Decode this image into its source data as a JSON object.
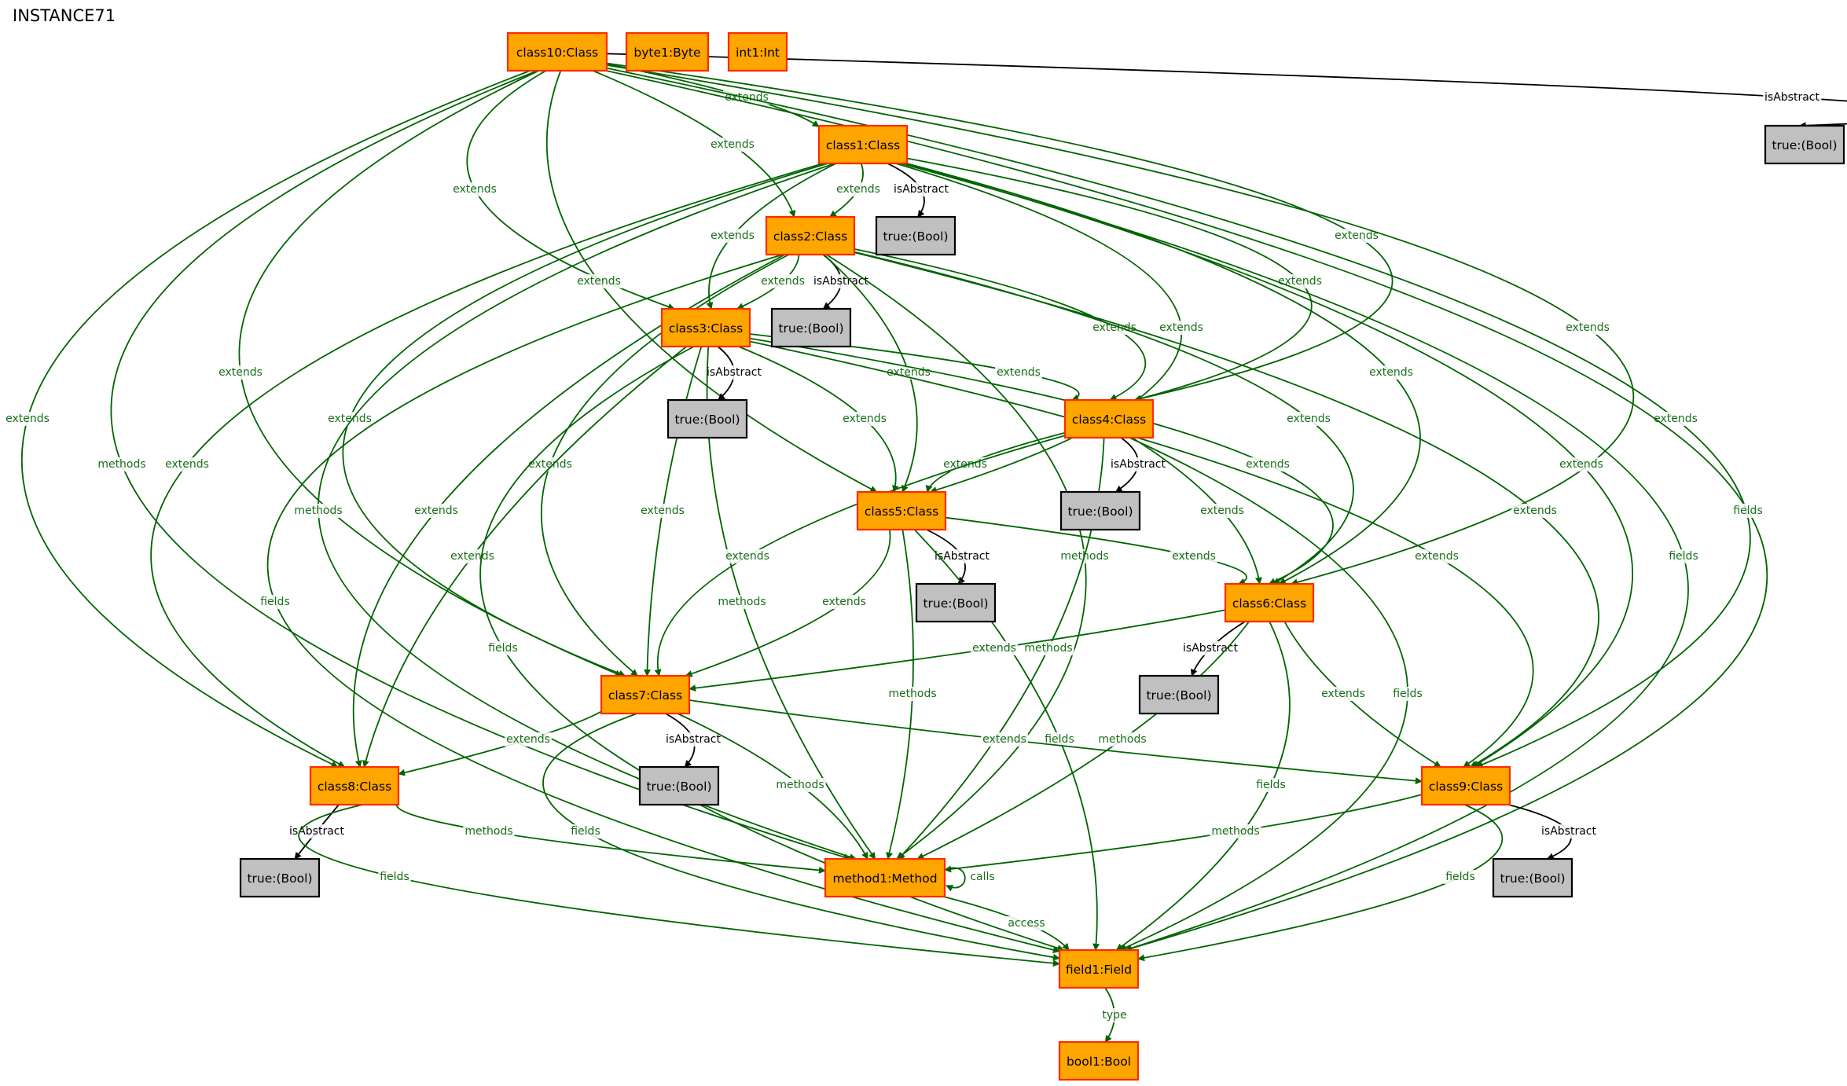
{
  "title": "INSTANCE71",
  "colors": {
    "node_fill": "#ffa500",
    "node_stroke": "#ff2a00",
    "bool_fill": "#c0c0c0",
    "bool_stroke": "#000000",
    "edge_green": "#006400",
    "label_green": "#1a6e1a",
    "edge_black": "#000000"
  },
  "nodes": [
    {
      "id": "class10",
      "label": "class10:Class"
    },
    {
      "id": "byte1",
      "label": "byte1:Byte"
    },
    {
      "id": "int1",
      "label": "int1:Int"
    },
    {
      "id": "true0",
      "label": "true:(Bool)",
      "kind": "bool"
    },
    {
      "id": "class1",
      "label": "class1:Class"
    },
    {
      "id": "true1",
      "label": "true:(Bool)",
      "kind": "bool"
    },
    {
      "id": "class2",
      "label": "class2:Class"
    },
    {
      "id": "true2",
      "label": "true:(Bool)",
      "kind": "bool"
    },
    {
      "id": "class3",
      "label": "class3:Class"
    },
    {
      "id": "true3",
      "label": "true:(Bool)",
      "kind": "bool"
    },
    {
      "id": "class4",
      "label": "class4:Class"
    },
    {
      "id": "true4",
      "label": "true:(Bool)",
      "kind": "bool"
    },
    {
      "id": "class5",
      "label": "class5:Class"
    },
    {
      "id": "true5",
      "label": "true:(Bool)",
      "kind": "bool"
    },
    {
      "id": "class6",
      "label": "class6:Class"
    },
    {
      "id": "true6",
      "label": "true:(Bool)",
      "kind": "bool"
    },
    {
      "id": "class7",
      "label": "class7:Class"
    },
    {
      "id": "true7",
      "label": "true:(Bool)",
      "kind": "bool"
    },
    {
      "id": "class8",
      "label": "class8:Class"
    },
    {
      "id": "true8",
      "label": "true:(Bool)",
      "kind": "bool"
    },
    {
      "id": "class9",
      "label": "class9:Class"
    },
    {
      "id": "true9",
      "label": "true:(Bool)",
      "kind": "bool"
    },
    {
      "id": "method1",
      "label": "method1:Method"
    },
    {
      "id": "field1",
      "label": "field1:Field"
    },
    {
      "id": "bool1",
      "label": "bool1:Bool"
    }
  ],
  "edges": [
    {
      "from": "class10",
      "to": "true0",
      "label": "isAbstract"
    },
    {
      "from": "class10",
      "to": "class1",
      "label": "extends"
    },
    {
      "from": "class10",
      "to": "class2",
      "label": "extends"
    },
    {
      "from": "class10",
      "to": "class3",
      "label": "extends"
    },
    {
      "from": "class10",
      "to": "class4",
      "label": "extends"
    },
    {
      "from": "class10",
      "to": "class5",
      "label": "extends"
    },
    {
      "from": "class10",
      "to": "class6",
      "label": "extends"
    },
    {
      "from": "class10",
      "to": "class7",
      "label": "extends"
    },
    {
      "from": "class10",
      "to": "class8",
      "label": "extends"
    },
    {
      "from": "class10",
      "to": "class9",
      "label": "extends"
    },
    {
      "from": "class10",
      "to": "method1",
      "label": "methods"
    },
    {
      "from": "class10",
      "to": "field1",
      "label": "fields"
    },
    {
      "from": "class1",
      "to": "true1",
      "label": "isAbstract"
    },
    {
      "from": "class1",
      "to": "class2",
      "label": "extends"
    },
    {
      "from": "class1",
      "to": "class3",
      "label": "extends"
    },
    {
      "from": "class1",
      "to": "class4",
      "label": "extends"
    },
    {
      "from": "class1",
      "to": "class5",
      "label": "extends"
    },
    {
      "from": "class1",
      "to": "class6",
      "label": "extends"
    },
    {
      "from": "class1",
      "to": "class7",
      "label": "extends"
    },
    {
      "from": "class1",
      "to": "class8",
      "label": "extends"
    },
    {
      "from": "class1",
      "to": "class9",
      "label": "extends"
    },
    {
      "from": "class1",
      "to": "method1",
      "label": "methods"
    },
    {
      "from": "class1",
      "to": "field1",
      "label": "fields"
    },
    {
      "from": "class2",
      "to": "true2",
      "label": "isAbstract"
    },
    {
      "from": "class2",
      "to": "class3",
      "label": "extends"
    },
    {
      "from": "class2",
      "to": "class4",
      "label": "extends"
    },
    {
      "from": "class2",
      "to": "class5",
      "label": "extends"
    },
    {
      "from": "class2",
      "to": "class6",
      "label": "extends"
    },
    {
      "from": "class2",
      "to": "class7",
      "label": "extends"
    },
    {
      "from": "class2",
      "to": "class8",
      "label": "extends"
    },
    {
      "from": "class2",
      "to": "class9",
      "label": "extends"
    },
    {
      "from": "class2",
      "to": "method1",
      "label": "methods"
    },
    {
      "from": "class2",
      "to": "field1",
      "label": "fields"
    },
    {
      "from": "class3",
      "to": "true3",
      "label": "isAbstract"
    },
    {
      "from": "class3",
      "to": "class4",
      "label": "extends"
    },
    {
      "from": "class3",
      "to": "class5",
      "label": "extends"
    },
    {
      "from": "class3",
      "to": "class6",
      "label": "extends"
    },
    {
      "from": "class3",
      "to": "class7",
      "label": "extends"
    },
    {
      "from": "class3",
      "to": "class8",
      "label": "extends"
    },
    {
      "from": "class3",
      "to": "class9",
      "label": "extends"
    },
    {
      "from": "class3",
      "to": "method1",
      "label": "methods"
    },
    {
      "from": "class3",
      "to": "field1",
      "label": "fields"
    },
    {
      "from": "class4",
      "to": "true4",
      "label": "isAbstract"
    },
    {
      "from": "class4",
      "to": "class5",
      "label": "extends"
    },
    {
      "from": "class4",
      "to": "class6",
      "label": "extends"
    },
    {
      "from": "class4",
      "to": "class7",
      "label": "extends"
    },
    {
      "from": "class4",
      "to": "method1",
      "label": "methods"
    },
    {
      "from": "class4",
      "to": "field1",
      "label": "fields"
    },
    {
      "from": "class5",
      "to": "true5",
      "label": "isAbstract"
    },
    {
      "from": "class5",
      "to": "class6",
      "label": "extends"
    },
    {
      "from": "class5",
      "to": "class7",
      "label": "extends"
    },
    {
      "from": "class5",
      "to": "method1",
      "label": "methods"
    },
    {
      "from": "class5",
      "to": "field1",
      "label": "fields"
    },
    {
      "from": "class6",
      "to": "true6",
      "label": "isAbstract"
    },
    {
      "from": "class6",
      "to": "class7",
      "label": "extends"
    },
    {
      "from": "class6",
      "to": "class9",
      "label": "extends"
    },
    {
      "from": "class6",
      "to": "method1",
      "label": "methods"
    },
    {
      "from": "class6",
      "to": "field1",
      "label": "fields"
    },
    {
      "from": "class7",
      "to": "true7",
      "label": "isAbstract"
    },
    {
      "from": "class7",
      "to": "class8",
      "label": "extends"
    },
    {
      "from": "class7",
      "to": "class9",
      "label": "extends"
    },
    {
      "from": "class7",
      "to": "method1",
      "label": "methods"
    },
    {
      "from": "class7",
      "to": "field1",
      "label": "fields"
    },
    {
      "from": "class8",
      "to": "true8",
      "label": "isAbstract"
    },
    {
      "from": "class8",
      "to": "method1",
      "label": "methods"
    },
    {
      "from": "class8",
      "to": "field1",
      "label": "fields"
    },
    {
      "from": "class9",
      "to": "true9",
      "label": "isAbstract"
    },
    {
      "from": "class9",
      "to": "method1",
      "label": "methods"
    },
    {
      "from": "class9",
      "to": "field1",
      "label": "fields"
    },
    {
      "from": "method1",
      "to": "method1",
      "label": "calls"
    },
    {
      "from": "method1",
      "to": "field1",
      "label": "access"
    },
    {
      "from": "field1",
      "to": "bool1",
      "label": "type"
    }
  ]
}
